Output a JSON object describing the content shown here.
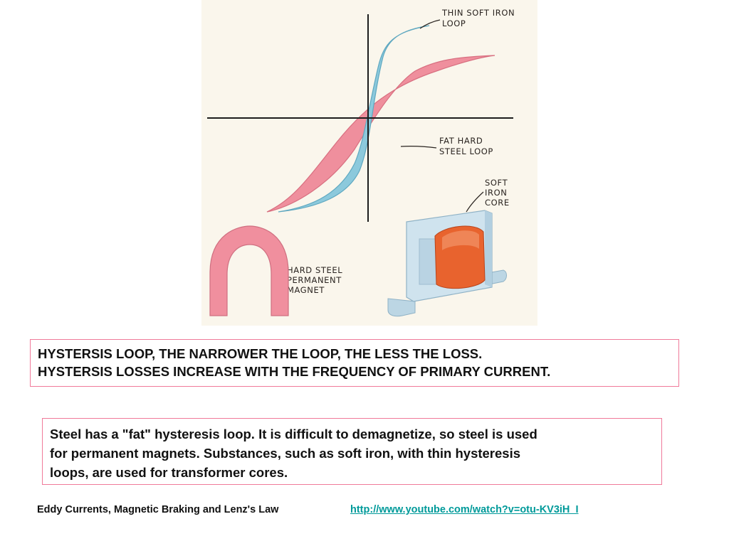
{
  "figure": {
    "labels": {
      "thin_loop": [
        "THIN SOFT IRON",
        "LOOP"
      ],
      "fat_loop": [
        "FAT HARD",
        "STEEL LOOP"
      ],
      "core": [
        "SOFT",
        "IRON",
        "CORE"
      ],
      "magnet": [
        "HARD STEEL",
        "PERMANENT",
        "MAGNET"
      ]
    },
    "colors": {
      "fat_loop": "#ef8f9d",
      "thin_loop": "#8cc9dc",
      "magnet": "#f08f9e",
      "core_body": "#cfe3ee",
      "coil": "#e8632e",
      "axes": "#1d1d1d"
    }
  },
  "hysteresis_box": {
    "lines": [
      "HYSTERSIS LOOP, THE NARROWER THE LOOP, THE LESS THE LOSS.",
      "HYSTERSIS LOSSES INCREASE WITH THE FREQUENCY OF PRIMARY CURRENT."
    ]
  },
  "steel_box": {
    "lines": [
      "Steel has a \"fat\" hysteresis loop. It is difficult to demagnetize, so steel is used",
      "for permanent magnets. Substances, such as soft iron, with thin hysteresis",
      "loops, are used for transformer cores."
    ]
  },
  "footer": {
    "title": "Eddy Currents, Magnetic Braking and Lenz's Law",
    "link": "http://www.youtube.com/watch?v=otu-KV3iH_I"
  }
}
